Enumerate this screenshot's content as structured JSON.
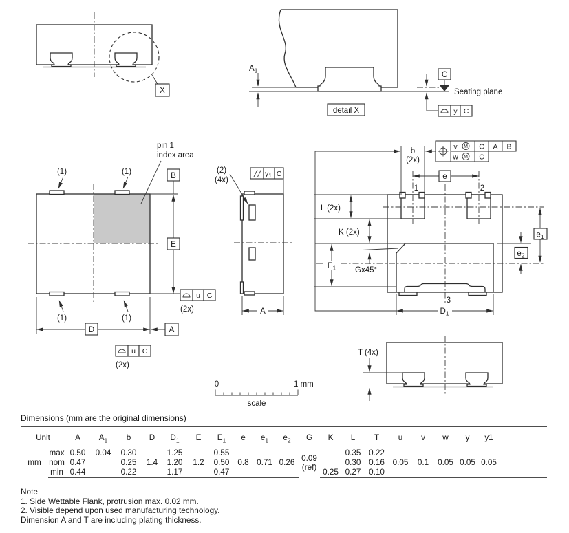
{
  "colors": {
    "line": "#2e2e2e",
    "pin1_index_fill": "#c9c9c9",
    "text": "#1a1a1a",
    "table_rule": "#4d4d4d",
    "background": "#ffffff"
  },
  "drawing": {
    "view_side_top": {
      "detail_ref": "X"
    },
    "view_detail": {
      "dim_a1": {
        "base": "A",
        "sub": "1"
      },
      "datum": "C",
      "seating_plane": "Seating plane",
      "caption": "detail X",
      "fcf": {
        "tol": "y",
        "datum": "C"
      }
    },
    "view_top": {
      "index_note1": "pin 1",
      "index_note2": "index area",
      "datum_b": "B",
      "datum_a": "A",
      "dim_e": "E",
      "dim_d": "D",
      "term_note": "(1)",
      "fcf": {
        "tol": "u",
        "datum": "C",
        "count": "(2x)"
      }
    },
    "view_side": {
      "flank_note1": "(2)",
      "flank_note2": "(4x)",
      "fcf": {
        "tol_base": "y",
        "tol_sub": "1",
        "datum": "C"
      },
      "dim_a": "A"
    },
    "view_bottom": {
      "dim_b": "b",
      "dim_b_count": "(2x)",
      "fcf": {
        "tol1": "v",
        "mod": "M",
        "d1": "C",
        "d2": "A",
        "d3": "B",
        "tol2": "w",
        "d4": "C"
      },
      "dim_e": "e",
      "pin1": "1",
      "pin2": "2",
      "pin3": "3",
      "dim_l": "L (2x)",
      "dim_k": "K (2x)",
      "dim_e1": {
        "base": "E",
        "sub": "1"
      },
      "chamfer": "Gx45°",
      "dim_d1": {
        "base": "D",
        "sub": "1"
      },
      "ref_e1": {
        "base": "e",
        "sub": "1"
      },
      "ref_e2": {
        "base": "e",
        "sub": "2"
      }
    },
    "view_side_t": {
      "dim_t": "T (4x)"
    },
    "scale_bar": {
      "zero": "0",
      "max": "1 mm",
      "label": "scale"
    }
  },
  "table": {
    "title": "Dimensions (mm are the original dimensions)",
    "unit_header": "Unit",
    "unit_value": "mm",
    "row_labels": [
      "max",
      "nom",
      "min"
    ],
    "columns": [
      {
        "base": "A",
        "sub": "",
        "max": "0.50",
        "nom": "0.47",
        "min": "0.44"
      },
      {
        "base": "A",
        "sub": "1",
        "max": "0.04",
        "nom": "",
        "min": ""
      },
      {
        "base": "b",
        "sub": "",
        "max": "0.30",
        "nom": "0.25",
        "min": "0.22"
      },
      {
        "base": "D",
        "sub": "",
        "max": "",
        "nom": "1.4",
        "min": ""
      },
      {
        "base": "D",
        "sub": "1",
        "max": "1.25",
        "nom": "1.20",
        "min": "1.17"
      },
      {
        "base": "E",
        "sub": "",
        "max": "",
        "nom": "1.2",
        "min": ""
      },
      {
        "base": "E",
        "sub": "1",
        "max": "0.55",
        "nom": "0.50",
        "min": "0.47"
      },
      {
        "base": "e",
        "sub": "",
        "max": "",
        "nom": "0.8",
        "min": ""
      },
      {
        "base": "e",
        "sub": "1",
        "max": "",
        "nom": "0.71",
        "min": ""
      },
      {
        "base": "e",
        "sub": "2",
        "max": "",
        "nom": "0.26",
        "min": ""
      },
      {
        "base": "G",
        "sub": "",
        "special1": "0.09",
        "special2": "(ref)"
      },
      {
        "base": "K",
        "sub": "",
        "max": "",
        "nom": "",
        "min": "0.25"
      },
      {
        "base": "L",
        "sub": "",
        "max": "0.35",
        "nom": "0.30",
        "min": "0.27"
      },
      {
        "base": "T",
        "sub": "",
        "max": "0.22",
        "nom": "0.16",
        "min": "0.10"
      },
      {
        "base": "u",
        "sub": "",
        "max": "",
        "nom": "0.05",
        "min": ""
      },
      {
        "base": "v",
        "sub": "",
        "max": "",
        "nom": "0.1",
        "min": ""
      },
      {
        "base": "w",
        "sub": "",
        "max": "",
        "nom": "0.05",
        "min": ""
      },
      {
        "base": "y",
        "sub": "",
        "max": "",
        "nom": "0.05",
        "min": ""
      },
      {
        "base": "y1",
        "sub": "",
        "max": "",
        "nom": "0.05",
        "min": ""
      }
    ]
  },
  "notes": {
    "heading": "Note",
    "items": [
      "1. Side Wettable Flank, protrusion max. 0.02 mm.",
      "2. Visible depend upon used manufacturing technology.",
      "Dimension A and T are including plating thickness."
    ]
  }
}
